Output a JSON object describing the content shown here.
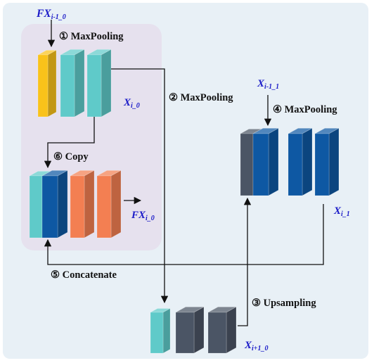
{
  "colors": {
    "background": "#e8f0f6",
    "panel": "#e6e1ee",
    "yellow": "#f9c21a",
    "teal": "#5fcac9",
    "orange": "#f37f52",
    "navy": "#0e58a3",
    "slate": "#4b5565",
    "arrow": "#111111",
    "label_blue": "#1c1cc8"
  },
  "labels": {
    "fx_prev": {
      "main": "FX",
      "sub": "i-1_0"
    },
    "xi0": {
      "main": "X",
      "sub": "i_0"
    },
    "fx_out": {
      "main": "FX",
      "sub": "i_0"
    },
    "x_prev1": {
      "main": "X",
      "sub": "i-1_1"
    },
    "xi1": {
      "main": "X",
      "sub": "i_1"
    },
    "x_next0": {
      "main": "X",
      "sub": "i+1_0"
    }
  },
  "steps": {
    "s1": "① MaxPooling",
    "s2": "② MaxPooling",
    "s3": "③ Upsampling",
    "s4": "④ MaxPooling",
    "s5": "⑤ Concatenate",
    "s6": "⑥ Copy"
  }
}
